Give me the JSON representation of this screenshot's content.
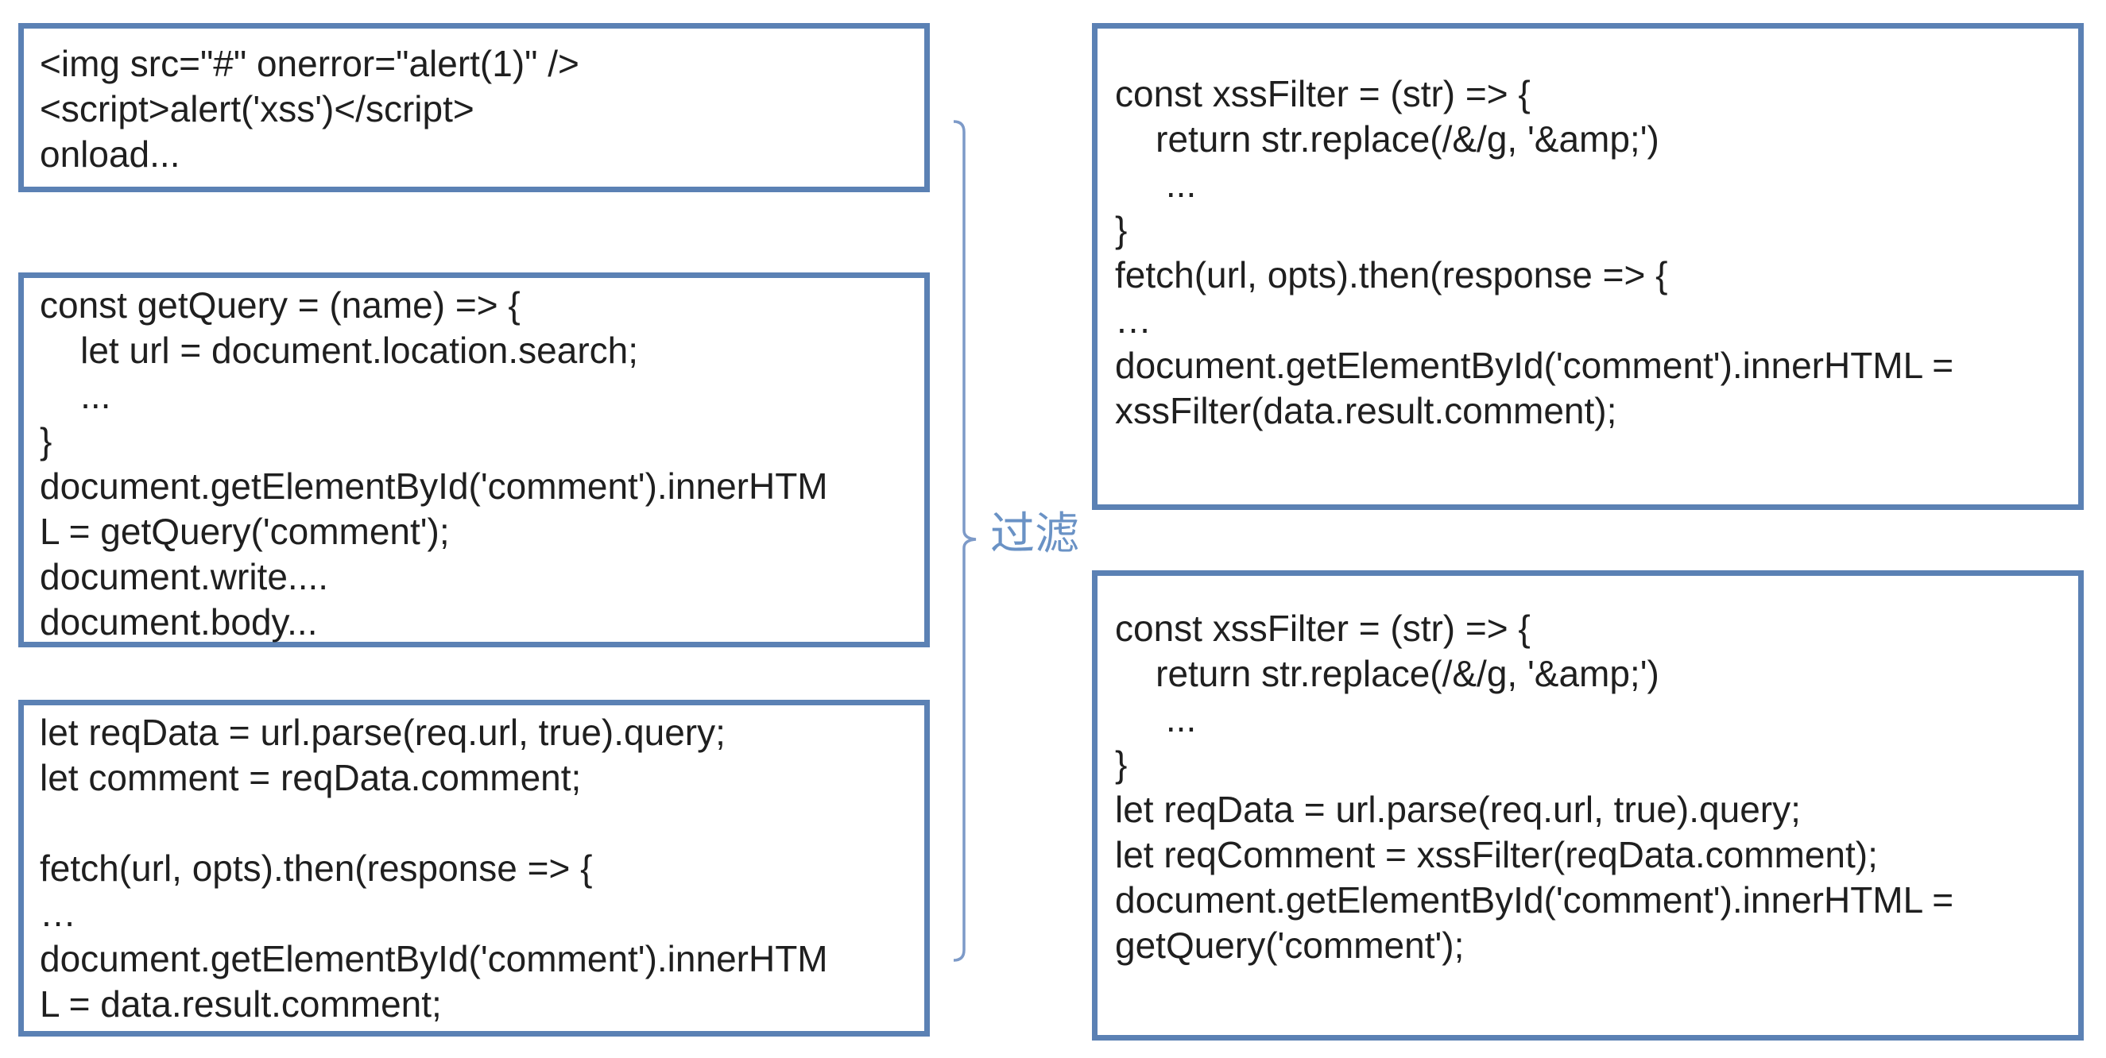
{
  "diagram": {
    "bracket_label": "过滤",
    "colors": {
      "box_border": "#5b81b4",
      "brace_stroke": "#7d9ac8",
      "label_blue": "#6a92c5",
      "code_text": "#1f1f1f",
      "background": "#ffffff"
    },
    "left_boxes": [
      {
        "name": "xss-payload-examples",
        "lines": [
          "<img src=\"#\" onerror=\"alert(1)\" />",
          "<script>alert('xss')</script>",
          "onload..."
        ]
      },
      {
        "name": "vulnerable-getquery-code",
        "lines": [
          "const getQuery = (name) => {",
          "    let url = document.location.search;",
          "    ...",
          "}",
          "document.getElementById('comment').innerHTM",
          "L = getQuery('comment');",
          "document.write....",
          "document.body..."
        ]
      },
      {
        "name": "vulnerable-fetch-code",
        "lines": [
          "let reqData = url.parse(req.url, true).query;",
          "let comment = reqData.comment;",
          "",
          "fetch(url, opts).then(response => {",
          "…",
          "document.getElementById('comment').innerHTM",
          "L = data.result.comment;"
        ]
      }
    ],
    "right_boxes": [
      {
        "name": "filtered-fetch-code",
        "lines": [
          "const xssFilter = (str) => {",
          "    return str.replace(/&/g, '&amp;')",
          "     ...",
          "}",
          "fetch(url, opts).then(response => {",
          "…",
          "document.getElementById('comment').innerHTML =",
          "xssFilter(data.result.comment);"
        ]
      },
      {
        "name": "filtered-server-code",
        "lines": [
          "const xssFilter = (str) => {",
          "    return str.replace(/&/g, '&amp;')",
          "     ...",
          "}",
          "let reqData = url.parse(req.url, true).query;",
          "let reqComment = xssFilter(reqData.comment);",
          "document.getElementById('comment').innerHTML =",
          "getQuery('comment');"
        ]
      }
    ]
  }
}
